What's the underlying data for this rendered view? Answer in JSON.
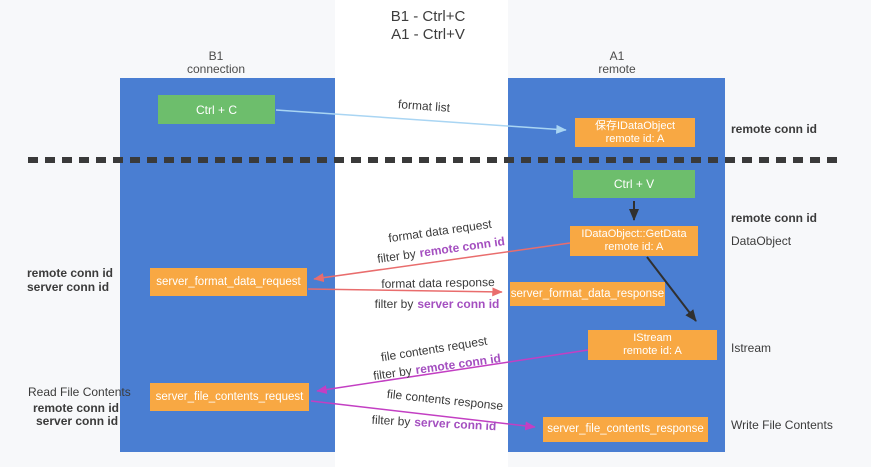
{
  "title": {
    "line1": "B1 - Ctrl+C",
    "line2": "A1 - Ctrl+V"
  },
  "lanes": {
    "left": {
      "title": "B1",
      "subtitle": "connection"
    },
    "right": {
      "title": "A1",
      "subtitle": "remote"
    }
  },
  "boxes": {
    "ctrl_c": {
      "label": "Ctrl + C"
    },
    "ctrl_v": {
      "label": "Ctrl + V"
    },
    "save_dataobject": {
      "line1": "保存IDataObject",
      "line2": "remote id: A"
    },
    "getdata": {
      "line1": "IDataObject::GetData",
      "line2": "remote id: A"
    },
    "istream": {
      "line1": "IStream",
      "line2": "remote id: A"
    },
    "format_request": {
      "label": "server_format_data_request"
    },
    "format_response": {
      "label": "server_format_data_response"
    },
    "file_request": {
      "label": "server_file_contents_request"
    },
    "file_response": {
      "label": "server_file_contents_response"
    }
  },
  "flow_labels": {
    "format_list": "format list",
    "format_data_request": "format data request",
    "format_data_response": "format data response",
    "file_contents_request": "file contents request",
    "file_contents_response": "file contents response",
    "filter_by": "filter by",
    "remote_conn_id": "remote conn id",
    "server_conn_id": "server conn id"
  },
  "side_labels": {
    "remote_conn_id": "remote conn id",
    "server_conn_id": "server conn id",
    "dataobject": "DataObject",
    "istream": "Istream",
    "read_file_contents": "Read File Contents",
    "write_file_contents": "Write File Contents"
  },
  "colors": {
    "lane_blue": "#4a7ed2",
    "box_green": "#6dbe6c",
    "box_orange": "#f8a843",
    "purple_text": "#a44fc0",
    "green_text": "#57b35a",
    "arrow_red": "#e96d6d",
    "arrow_magenta": "#c33fc3",
    "arrow_light_blue": "#a9d5f3",
    "arrow_black": "#303030"
  }
}
